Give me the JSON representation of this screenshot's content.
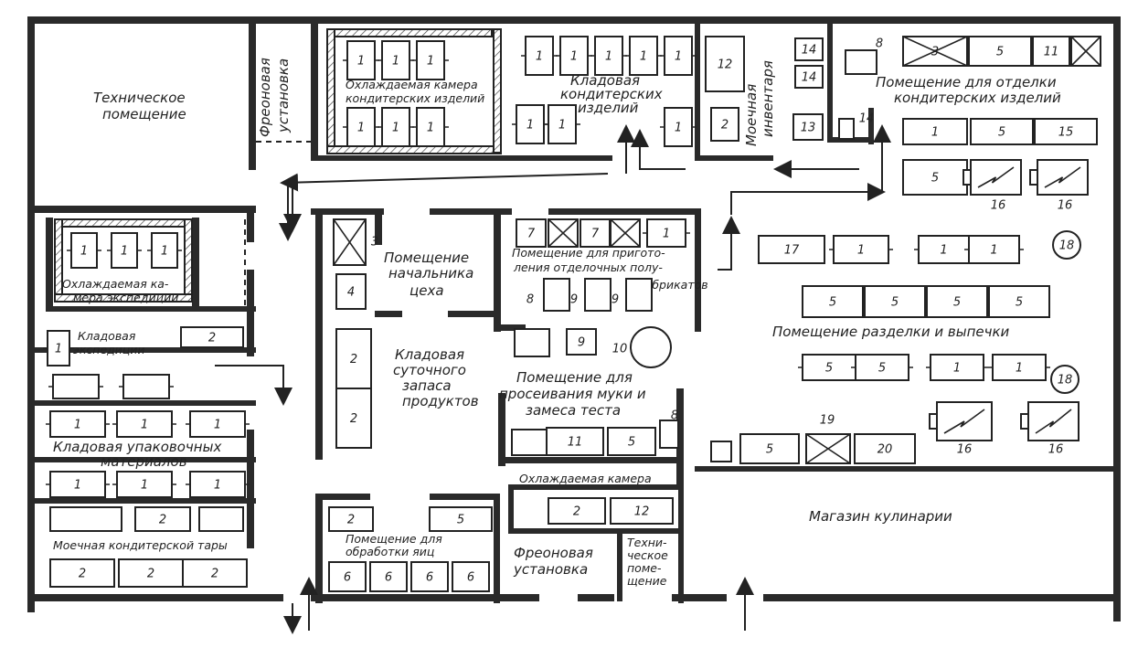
{
  "rooms": {
    "tech_room": [
      "Техническое",
      "помещение"
    ],
    "freon_top": [
      "Фреоновая",
      "установка"
    ],
    "cooled_confectionery": [
      "Охлаждаемая камера",
      "кондитерских изделий"
    ],
    "storage_confectionery": [
      "Кладовая",
      "кондитерских",
      "изделий"
    ],
    "washing_inventory": [
      "Моечная",
      "инвентаря"
    ],
    "finishing_room": [
      "Помещение для отделки",
      "кондитерских изделий"
    ],
    "cooled_expedition": [
      "Охлаждаемая ка-",
      "мера экспедиции"
    ],
    "storage_expedition": [
      "Кладовая",
      "экспедиции"
    ],
    "head_office": [
      "Помещение",
      "начальника",
      "цеха"
    ],
    "semi_products": [
      "Помещение для пригото-",
      "ления отделочных полу-",
      "фабрикатов"
    ],
    "cutting_baking": "Помещение разделки и выпечки",
    "daily_storage": [
      "Кладовая",
      "суточного",
      "запаса",
      "продуктов"
    ],
    "sifting": [
      "Помещение для",
      "просеивания муки и",
      "замеса теста"
    ],
    "packaging_storage": [
      "Кладовая упаковочных",
      "материалов"
    ],
    "cooled_chamber": "Охлаждаемая камера",
    "culinary_shop": "Магазин кулинарии",
    "washing_containers": "Моечная кондитерской тары",
    "egg_processing": [
      "Помещение для",
      "обработки яиц"
    ],
    "freon_bottom": [
      "Фреоновая",
      "установка"
    ],
    "tech_room_small": [
      "Техни-",
      "ческое",
      "поме-",
      "щение"
    ]
  },
  "equipment_numbers": {
    "cooled_confectionery_shelves": [
      "1",
      "1",
      "1",
      "1",
      "1",
      "1"
    ],
    "storage_confectionery_shelves": [
      "1",
      "1",
      "1",
      "1",
      "1",
      "1",
      "1",
      "1"
    ],
    "washing": [
      "12",
      "2"
    ],
    "inventory_small": [
      "14",
      "14",
      "13",
      "14"
    ],
    "finishing_top": [
      "8",
      "3",
      "5",
      "11"
    ],
    "finishing_row1": [
      "1",
      "5",
      "15"
    ],
    "finishing_row2": [
      "5",
      "16",
      "16"
    ],
    "expedition_shelves": [
      "1",
      "1",
      "1"
    ],
    "head_office_items": [
      "3",
      "4"
    ],
    "semi_items_top": [
      "7",
      "7",
      "1"
    ],
    "semi_items_bottom": [
      "8",
      "9",
      "9"
    ],
    "cutting_row_a": [
      "17",
      "1",
      "1",
      "1",
      "18"
    ],
    "cutting_row_b": [
      "5",
      "5",
      "5",
      "5"
    ],
    "cutting_row_c": [
      "5",
      "5",
      "1",
      "1",
      "18"
    ],
    "cutting_row_d": [
      "19",
      "16",
      "16"
    ],
    "cutting_row_e": [
      "5",
      "20"
    ],
    "storage_expedition_items": [
      "1",
      "2"
    ],
    "daily_storage_items": [
      "2",
      "2"
    ],
    "sifting_items": [
      "9",
      "10",
      "11",
      "5",
      "8"
    ],
    "packaging_shelves": [
      "1",
      "1",
      "1",
      "1",
      "1"
    ],
    "cooled_chamber_items": [
      "2",
      "12"
    ],
    "washing_containers_items": [
      "2",
      "2",
      "2",
      "2"
    ],
    "egg_items": [
      "2",
      "5",
      "6",
      "6",
      "6",
      "6"
    ]
  },
  "colors": {
    "ink": "#222222",
    "paper": "#ffffff"
  }
}
